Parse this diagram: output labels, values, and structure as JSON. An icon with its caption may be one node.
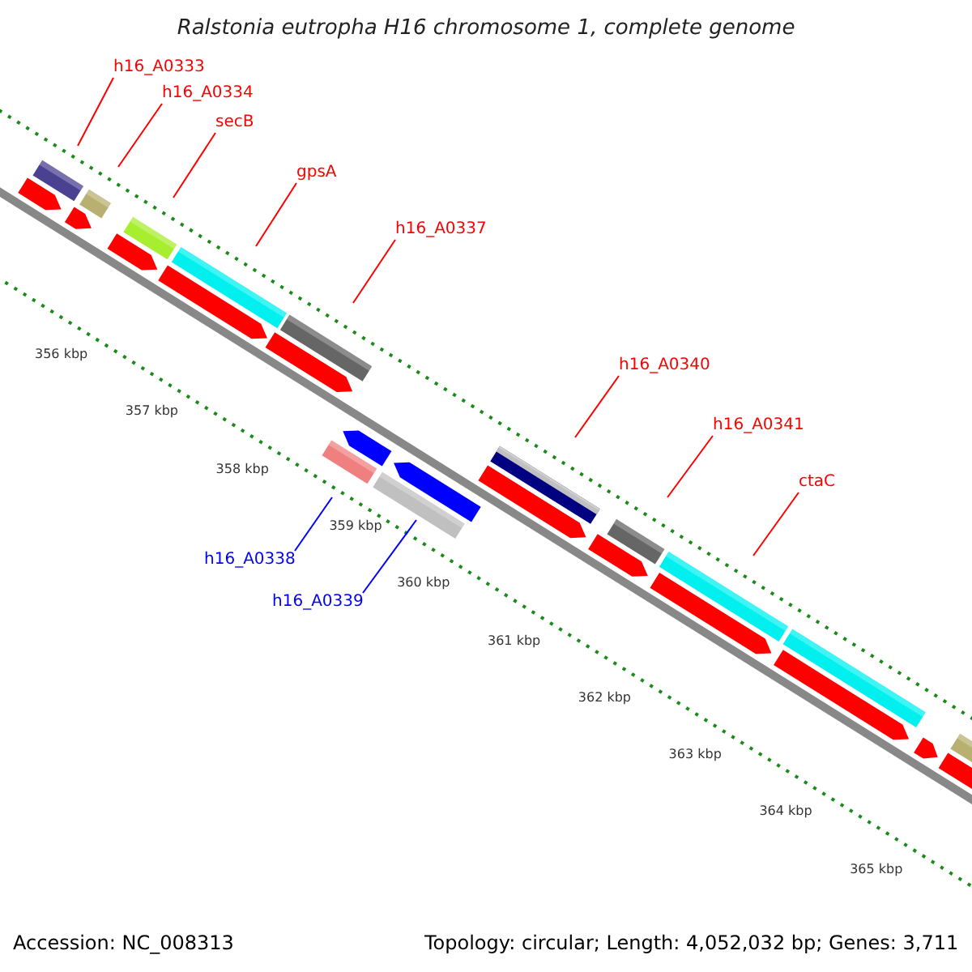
{
  "diagram": {
    "title": "Ralstonia eutropha H16 chromosome 1, complete genome",
    "nodes": [
      {
        "text": [
          "h16_A0333"
        ]
      },
      {
        "text": [
          "h16_A0334"
        ]
      },
      {
        "text": [
          "secB"
        ]
      },
      {
        "text": [
          "gpsA"
        ]
      },
      {
        "text": [
          "h16_A0337"
        ]
      },
      {
        "text": [
          "h16_A0340"
        ]
      },
      {
        "text": [
          "h16_A0341"
        ]
      },
      {
        "text": [
          "ctaC"
        ]
      },
      {
        "text": [
          "h16_A0338"
        ]
      },
      {
        "text": [
          "h16_A0339"
        ]
      }
    ],
    "edges": [
      {
        "from": 0,
        "to": null,
        "arrow": "none"
      },
      {
        "from": 1,
        "to": null,
        "arrow": "none"
      },
      {
        "from": 2,
        "to": null,
        "arrow": "none"
      },
      {
        "from": 3,
        "to": null,
        "arrow": "none"
      },
      {
        "from": 4,
        "to": null,
        "arrow": "none"
      },
      {
        "from": 5,
        "to": null,
        "arrow": "none"
      },
      {
        "from": 6,
        "to": null,
        "arrow": "none"
      },
      {
        "from": 7,
        "to": null,
        "arrow": "none"
      },
      {
        "from": 8,
        "to": null,
        "arrow": "none",
        "color": "#0000ff"
      },
      {
        "from": 9,
        "to": null,
        "arrow": "none",
        "color": "#0000ff"
      }
    ],
    "labels": [
      "356 kbp",
      "357 kbp",
      "358 kbp",
      "359 kbp",
      "360 kbp",
      "361 kbp",
      "362 kbp",
      "363 kbp",
      "364 kbp",
      "365 kbp",
      "Accession: NC_008313",
      "Topology: circular; Length: 4,052,032 bp; Genes: 3,711"
    ]
  }
}
